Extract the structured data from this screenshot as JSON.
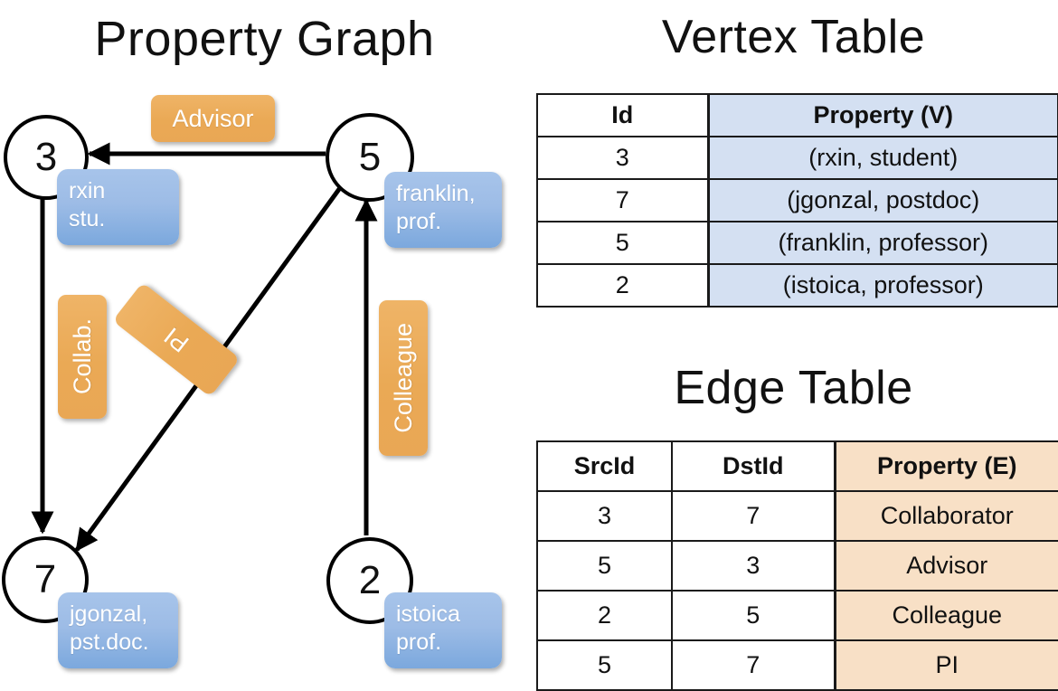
{
  "graph": {
    "title": "Property Graph",
    "nodes": [
      {
        "id": "3",
        "label_line1": "rxin",
        "label_line2": "stu."
      },
      {
        "id": "5",
        "label_line1": "franklin,",
        "label_line2": "prof."
      },
      {
        "id": "7",
        "label_line1": "jgonzal,",
        "label_line2": "pst.doc."
      },
      {
        "id": "2",
        "label_line1": "istoica",
        "label_line2": "prof."
      }
    ],
    "edge_labels": [
      {
        "text": "Advisor",
        "orientation": "horizontal"
      },
      {
        "text": "Collab.",
        "orientation": "vertical"
      },
      {
        "text": "PI",
        "orientation": "rotated"
      },
      {
        "text": "Colleague",
        "orientation": "vertical"
      }
    ]
  },
  "vertex_table": {
    "title": "Vertex Table",
    "columns": [
      "Id",
      "Property (V)"
    ],
    "rows": [
      {
        "id": "3",
        "property": "(rxin, student)"
      },
      {
        "id": "7",
        "property": "(jgonzal, postdoc)"
      },
      {
        "id": "5",
        "property": "(franklin, professor)"
      },
      {
        "id": "2",
        "property": "(istoica, professor)"
      }
    ]
  },
  "edge_table": {
    "title": "Edge Table",
    "columns": [
      "SrcId",
      "DstId",
      "Property (E)"
    ],
    "rows": [
      {
        "src": "3",
        "dst": "7",
        "property": "Collaborator"
      },
      {
        "src": "5",
        "dst": "3",
        "property": "Advisor"
      },
      {
        "src": "2",
        "dst": "5",
        "property": "Colleague"
      },
      {
        "src": "5",
        "dst": "7",
        "property": "PI"
      }
    ]
  },
  "colors": {
    "vertex_property_fill": "#d4e0f2",
    "edge_property_fill": "#f8e0c6",
    "node_box_blue": "#9dbce6",
    "edge_label_orange": "#eaa955",
    "stroke": "#1a1a1a",
    "background": "#ffffff"
  }
}
